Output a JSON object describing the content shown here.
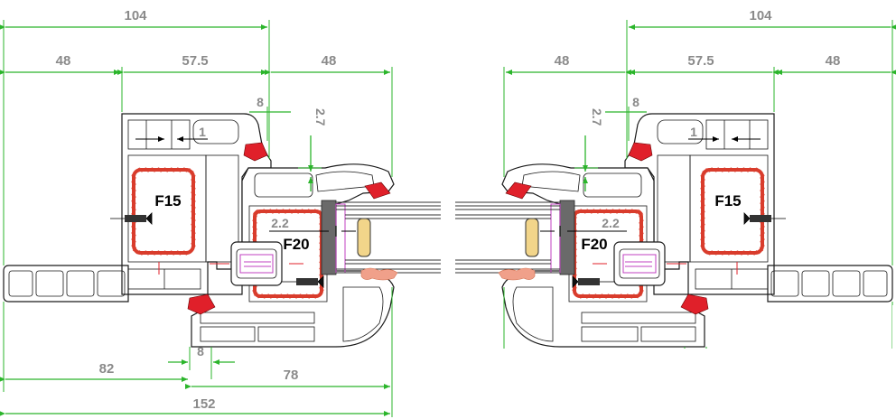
{
  "drawing": {
    "left": {
      "dims_top": {
        "overall": "104",
        "left": "48",
        "mid": "57.5",
        "right": "48"
      },
      "small": {
        "gap": "8",
        "offset": "2.7",
        "inner": "1",
        "glass_gap": "2.2"
      },
      "dims_bottom": {
        "a": "82",
        "b": "8",
        "c": "78",
        "total": "152"
      },
      "reinforcements": {
        "frame": "F15",
        "sash": "F20"
      }
    },
    "right": {
      "dims_top": {
        "overall": "104",
        "left": "48",
        "mid": "57.5",
        "right": "48"
      },
      "small": {
        "gap": "8",
        "offset": "2.7",
        "inner": "1",
        "glass_gap": "2.2"
      },
      "reinforcements": {
        "frame": "F15",
        "sash": "F20"
      }
    },
    "colors": {
      "dimension": "#2bb52b",
      "steel": "#d93c2c",
      "gasket": "#e0202a",
      "text": "#8a8a8a"
    }
  }
}
